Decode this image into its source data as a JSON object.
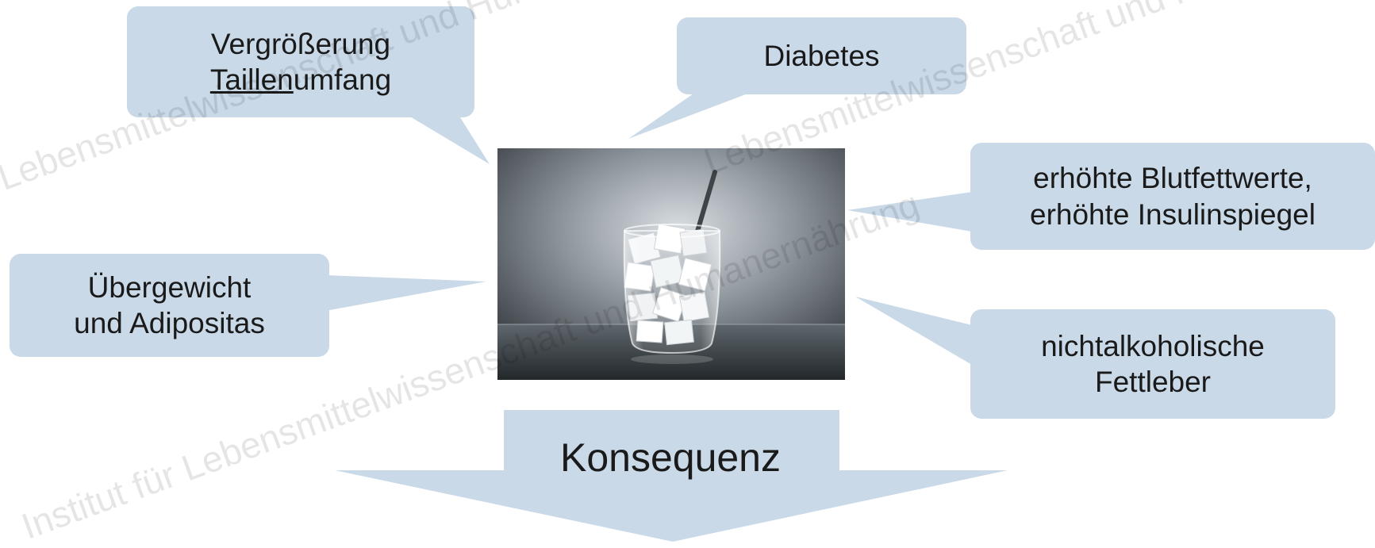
{
  "bubbles": {
    "waist": {
      "line1": "Vergrößerung",
      "line2_underlined": "Taillen",
      "line2_rest": "umfang"
    },
    "diabetes": {
      "text": "Diabetes"
    },
    "blood": {
      "line1": "erhöhte Blutfettwerte,",
      "line2": "erhöhte Insulinspiegel"
    },
    "overweight": {
      "line1": "Übergewicht",
      "line2": "und Adipositas"
    },
    "liver": {
      "line1": "nichtalkoholische",
      "line2": "Fettleber"
    }
  },
  "consequence": {
    "label": "Konsequenz"
  },
  "photo": {
    "subject": "glass-of-sugar-cubes-with-straw"
  },
  "watermark": {
    "fragments": [
      "Lebensmittelwissenschaft und Humanernährung",
      "Lebensmittelwissenschaft und Humanernährung",
      "Institut für Lebensmittelwissenschaft und Humanernährung"
    ]
  },
  "colors": {
    "bubble_fill": "#c9d9e8",
    "text": "#1a1a1a"
  }
}
